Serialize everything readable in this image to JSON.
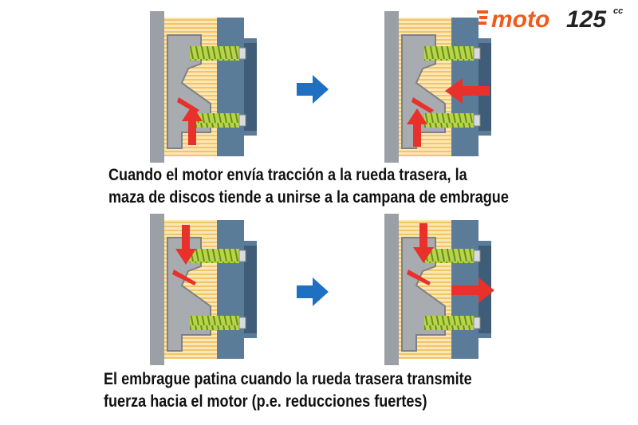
{
  "logo": {
    "brand_text": "moto",
    "number_text": "125",
    "suffix_text": "cc",
    "colors": {
      "brand": "#f25a1a",
      "number": "#222222"
    }
  },
  "captions": {
    "top": [
      "Cuando el motor envía tracción a la rueda trasera, la",
      "maza de discos tiende a unirse a la campana de embrague"
    ],
    "bottom": [
      "El embrague patina cuando la rueda trasera transmite",
      "fuerza hacia el motor (p.e. reducciones fuertes)"
    ]
  },
  "diagram": {
    "panels": [
      {
        "name": "traction-normal",
        "force_arrow": false
      },
      {
        "name": "traction-engaged",
        "force_arrow": true,
        "force_direction": "left"
      },
      {
        "name": "backtorque-normal",
        "force_arrow": false
      },
      {
        "name": "backtorque-slipping",
        "force_arrow": true,
        "force_direction": "right"
      }
    ],
    "colors": {
      "plate": "#a8acb0",
      "plate_edge": "#7d8186",
      "hub": "#5b7c99",
      "hub_dark": "#3f5d78",
      "spring": "#b6d64a",
      "spring_dark": "#6f8a1f",
      "discs": "#f3c46a",
      "discs_light": "#fbe7b6",
      "force_arrow": "#e8312a",
      "flow_arrow": "#1f6fc2"
    }
  }
}
